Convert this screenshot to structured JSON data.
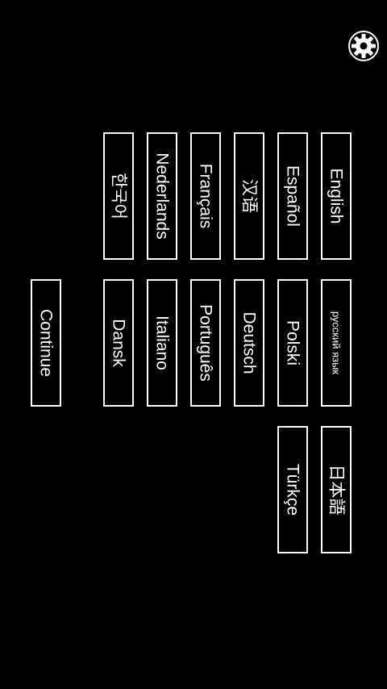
{
  "settings": {
    "icon": "gear-icon"
  },
  "languages": {
    "col1": [
      "English",
      "Español",
      "汉语",
      "Français",
      "Nederlands",
      "한국어"
    ],
    "col2": [
      "русский язык",
      "Polski",
      "Deutsch",
      "Português",
      "Italiano",
      "Dansk"
    ],
    "col3": [
      "日本語",
      "Türkçe"
    ]
  },
  "continue_label": "Continue",
  "colors": {
    "background": "#000000",
    "foreground": "#ffffff"
  }
}
